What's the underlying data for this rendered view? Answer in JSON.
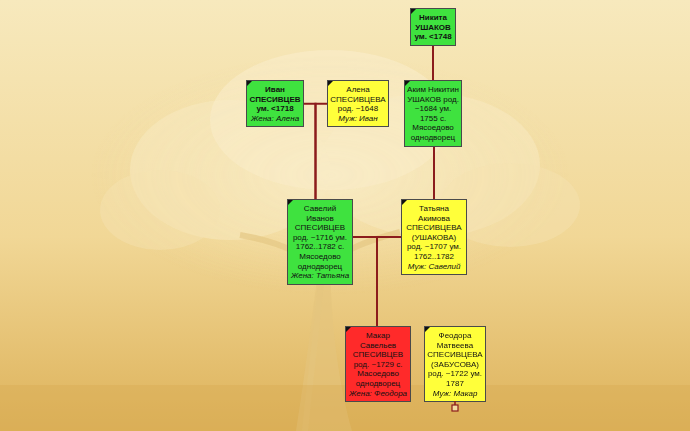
{
  "diagram": {
    "nodes": [
      {
        "text": [
          "Никита УШАКОВ ум. <1748"
        ]
      },
      {
        "text": [
          "Иван СПЕСИВЦЕВ ум. <1718",
          "Жена: Алена"
        ]
      },
      {
        "text": [
          "Алена СПЕСИВЦЕВА род. ~1648",
          "Муж: Иван"
        ]
      },
      {
        "text": [
          "Аким Никитин УШАКОВ род. ~1684 ум. 1755 с. Мясоедово однодворец"
        ]
      },
      {
        "text": [
          "Савелий Иванов СПЕСИВЦЕВ род. ~1716 ум. 1762..1782 с. Мясоедово однодворец",
          "Жена: Татьяна"
        ]
      },
      {
        "text": [
          "Татьяна Акимова СПЕСИВЦЕВА (УШАКОВА) род. ~1707 ум. 1762..1782",
          "Муж: Савелий"
        ]
      },
      {
        "text": [
          "Макар Савельев СПЕСИВЦЕВ род. ~1729 с. Масоедово однодворец",
          "Жена: Феодора"
        ]
      },
      {
        "text": [
          "Феодора Матвеева СПЕСИВЦЕВА (ЗАБУСОВА) род. ~1722 ум. 1787",
          "Муж: Макар"
        ]
      }
    ],
    "edges": [
      {
        "from": 0,
        "to": 3,
        "arrow": "none"
      },
      {
        "from": 1,
        "to": 4,
        "arrow": "none"
      },
      {
        "from": 2,
        "to": 4,
        "arrow": "none"
      },
      {
        "from": 3,
        "to": 5,
        "arrow": "none"
      },
      {
        "from": 4,
        "to": 6,
        "arrow": "none"
      },
      {
        "from": 5,
        "to": 6,
        "arrow": "none"
      }
    ]
  }
}
